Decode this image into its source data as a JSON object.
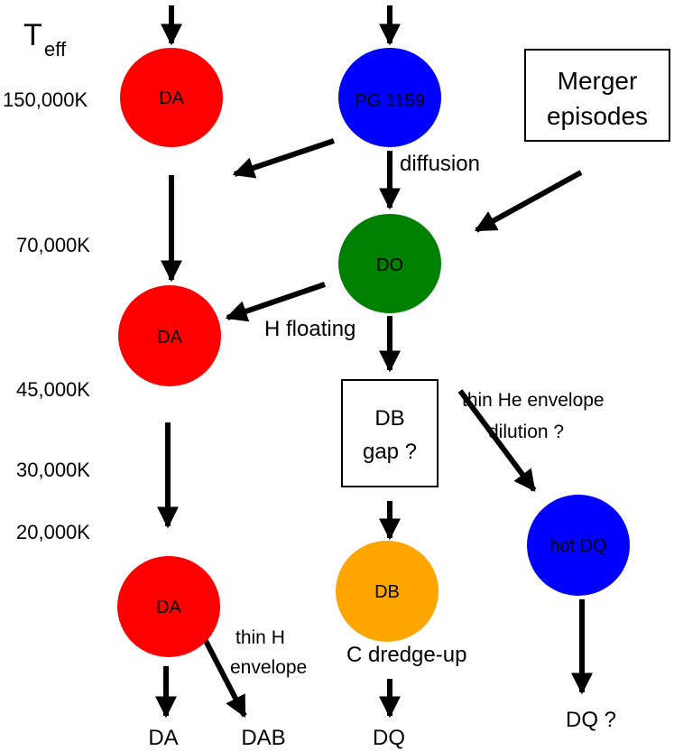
{
  "teff_axis": {
    "symbol": "T",
    "subscript": "eff",
    "temperatures": [
      "150,000K",
      "70,000K",
      "45,000K",
      "30,000K",
      "20,000K"
    ]
  },
  "nodes": {
    "da_hot": {
      "label": "DA",
      "color": "#ff0000"
    },
    "pg1159": {
      "label": "PG 1159",
      "color": "#0000ff"
    },
    "do": {
      "label": "DO",
      "color": "#008000"
    },
    "da_mid": {
      "label": "DA",
      "color": "#ff0000"
    },
    "da_cool": {
      "label": "DA",
      "color": "#ff0000"
    },
    "db": {
      "label": "DB",
      "color": "#ffa500"
    },
    "hot_dq": {
      "label": "hot DQ",
      "color": "#0000ff"
    }
  },
  "boxes": {
    "merger": {
      "line1": "Merger",
      "line2": "episodes"
    },
    "db_gap": {
      "line1": "DB",
      "line2": "gap ?"
    }
  },
  "labels": {
    "diffusion": "diffusion",
    "h_floating": "H floating",
    "thin_he_line1": "thin He envelope",
    "thin_he_line2": "dilution ?",
    "thin_h_line1": "thin H",
    "thin_h_line2": "envelope",
    "c_dredge": "C dredge-up"
  },
  "outcomes": {
    "da": "DA",
    "dab": "DAB",
    "dq": "DQ",
    "dq_question": "DQ ?"
  }
}
